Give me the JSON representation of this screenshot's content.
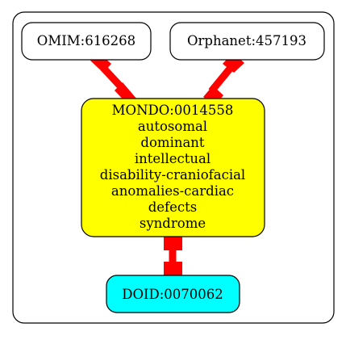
{
  "colors": {
    "background": "#ffffff",
    "cluster_border": "#000000",
    "node_default_fill": "#ffffff",
    "node_mondo_fill": "#ffff00",
    "node_doid_fill": "#00ffff",
    "edge": "#ff0000"
  },
  "nodes": {
    "omim": {
      "label": "OMIM:616268"
    },
    "orphanet": {
      "label": "Orphanet:457193"
    },
    "mondo": {
      "lines": [
        "MONDO:0014558",
        "autosomal",
        "dominant",
        "intellectual",
        "disability-craniofacial",
        "anomalies-cardiac",
        "defects",
        "syndrome"
      ]
    },
    "doid": {
      "label": "DOID:0070062"
    }
  },
  "edges": [
    {
      "from": "omim",
      "to": "mondo"
    },
    {
      "from": "orphanet",
      "to": "mondo"
    },
    {
      "from": "mondo",
      "to": "doid"
    }
  ]
}
